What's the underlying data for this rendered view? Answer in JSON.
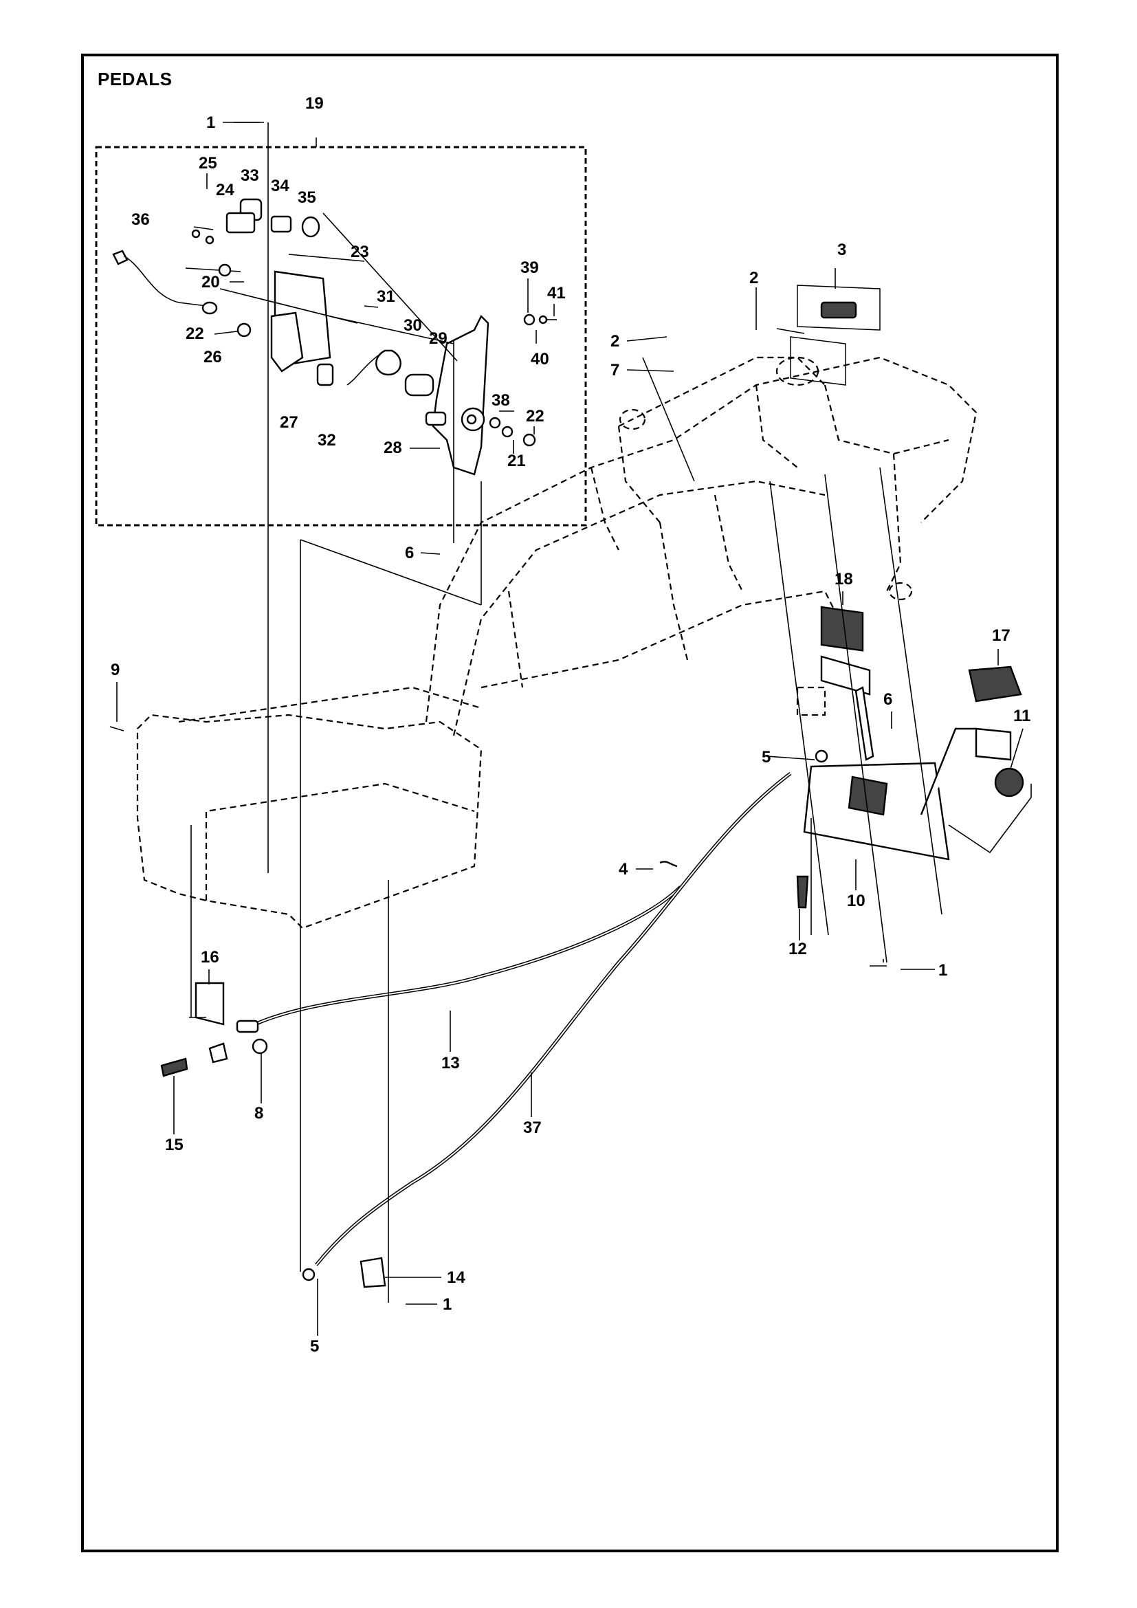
{
  "title": "PEDALS",
  "callouts": [
    {
      "id": "c1a",
      "text": "1"
    },
    {
      "id": "c19",
      "text": "19"
    },
    {
      "id": "c25",
      "text": "25"
    },
    {
      "id": "c24",
      "text": "24"
    },
    {
      "id": "c33",
      "text": "33"
    },
    {
      "id": "c34",
      "text": "34"
    },
    {
      "id": "c35",
      "text": "35"
    },
    {
      "id": "c36",
      "text": "36"
    },
    {
      "id": "c23",
      "text": "23"
    },
    {
      "id": "c20",
      "text": "20"
    },
    {
      "id": "c31",
      "text": "31"
    },
    {
      "id": "c39",
      "text": "39"
    },
    {
      "id": "c41",
      "text": "41"
    },
    {
      "id": "c22a",
      "text": "22"
    },
    {
      "id": "c30",
      "text": "30"
    },
    {
      "id": "c29",
      "text": "29"
    },
    {
      "id": "c40",
      "text": "40"
    },
    {
      "id": "c26",
      "text": "26"
    },
    {
      "id": "c38",
      "text": "38"
    },
    {
      "id": "c27",
      "text": "27"
    },
    {
      "id": "c32",
      "text": "32"
    },
    {
      "id": "c22b",
      "text": "22"
    },
    {
      "id": "c28",
      "text": "28"
    },
    {
      "id": "c21",
      "text": "21"
    },
    {
      "id": "c3",
      "text": "3"
    },
    {
      "id": "c2a",
      "text": "2"
    },
    {
      "id": "c2b",
      "text": "2"
    },
    {
      "id": "c7",
      "text": "7"
    },
    {
      "id": "c6a",
      "text": "6"
    },
    {
      "id": "c18",
      "text": "18"
    },
    {
      "id": "c17",
      "text": "17"
    },
    {
      "id": "c9",
      "text": "9"
    },
    {
      "id": "c6b",
      "text": "6"
    },
    {
      "id": "c11",
      "text": "11"
    },
    {
      "id": "c5a",
      "text": "5"
    },
    {
      "id": "c4",
      "text": "4"
    },
    {
      "id": "c10",
      "text": "10"
    },
    {
      "id": "c12",
      "text": "12"
    },
    {
      "id": "c1b",
      "text": "1"
    },
    {
      "id": "c16",
      "text": "16"
    },
    {
      "id": "c13",
      "text": "13"
    },
    {
      "id": "c8",
      "text": "8"
    },
    {
      "id": "c15",
      "text": "15"
    },
    {
      "id": "c37",
      "text": "37"
    },
    {
      "id": "c14",
      "text": "14"
    },
    {
      "id": "c1c",
      "text": "1"
    },
    {
      "id": "c5b",
      "text": "5"
    }
  ]
}
